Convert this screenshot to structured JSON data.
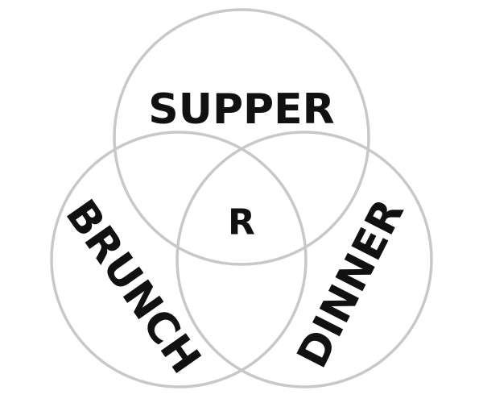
{
  "diagram": {
    "sets": [
      {
        "id": "supper",
        "label": "SUPPER"
      },
      {
        "id": "brunch",
        "label": "BRUNCH"
      },
      {
        "id": "dinner",
        "label": "DINNER"
      }
    ],
    "intersection_label": "R"
  },
  "colors": {
    "circle_stroke": "#c8c8c8",
    "text": "#111111",
    "background": "#ffffff"
  }
}
